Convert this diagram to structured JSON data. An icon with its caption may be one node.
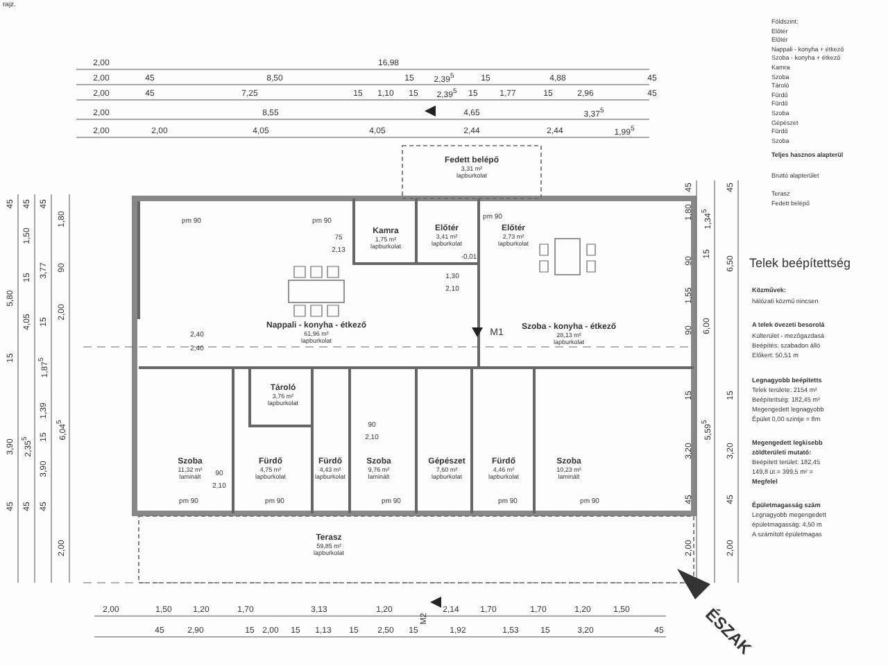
{
  "diagram": {
    "nodes": [
      {
        "text": [
          "Fedett belépő",
          "3,31 m²",
          "lapburkolat"
        ]
      },
      {
        "text": [
          "Előtér",
          "3,41 m²",
          "lapburkolat"
        ]
      },
      {
        "text": [
          "Előtér",
          "2,73 m²",
          "lapburkolat"
        ]
      },
      {
        "text": [
          "Kamra",
          "1,75 m²",
          "lapburkolat"
        ]
      },
      {
        "text": [
          "Nappali - konyha - étkező",
          "61,96 m²",
          "lapburkolat"
        ]
      },
      {
        "text": [
          "Szoba - konyha - étkező",
          "28,13 m²",
          "lapburkolat"
        ]
      },
      {
        "text": [
          "Tároló",
          "3,76 m²",
          "lapburkolat"
        ]
      },
      {
        "text": [
          "Szoba",
          "11,32 m²",
          "laminált"
        ]
      },
      {
        "text": [
          "Fürdő",
          "4,75 m²",
          "lapburkolat"
        ]
      },
      {
        "text": [
          "Fürdő",
          "4,43 m²",
          "lapburkolat"
        ]
      },
      {
        "text": [
          "Szoba",
          "9,76 m²",
          "laminált"
        ]
      },
      {
        "text": [
          "Gépészet",
          "7,60 m²",
          "lapburkolat"
        ]
      },
      {
        "text": [
          "Fürdő",
          "4,46 m²",
          "lapburkolat"
        ]
      },
      {
        "text": [
          "Szoba",
          "10,23 m²",
          "laminált"
        ]
      },
      {
        "text": [
          "Terasz",
          "59,85 m²",
          "lapburkolat"
        ]
      }
    ],
    "edges": [],
    "labels": [
      "rajz.",
      "2,00",
      "16,98",
      "2,00",
      "45",
      "8,50",
      "15",
      "2,39$^{5}$",
      "15",
      "4,88",
      "45",
      "2,00",
      "45",
      "7,25",
      "15",
      "1,10",
      "15",
      "2,39$^{5}$",
      "15",
      "1,77",
      "15",
      "2,96",
      "45",
      "2,00",
      "8,55",
      "4,65",
      "3,37$^{5}$",
      "2,00",
      "2,00",
      "4,05",
      "4,05",
      "2,44",
      "2,44",
      "1,99$^{5}$",
      "Földszint:",
      "Előtér",
      "Előtér",
      "Nappali - konyha + étkező",
      "Szoba - konyha + étkező",
      "Kamra",
      "Szoba",
      "Tároló",
      "Fürdő",
      "Fürdő",
      "Szoba",
      "Gépészet",
      "Fürdő",
      "Szoba",
      "Teljes hasznos alapterül",
      "Bruttó alapterület",
      "Terasz",
      "Fedett belépő",
      "45",
      "5,80",
      "15",
      "3,90",
      "45",
      "45",
      "1,50",
      "15",
      "4,05",
      "2,35$^{5}$",
      "45",
      "45",
      "3,77",
      "15",
      "1,87$^{5}$",
      "1,39",
      "15",
      "3,90",
      "45",
      "1,80",
      "90",
      "2,00",
      "6,04$^{5}$",
      "2,00",
      "pm 90",
      "pm 90",
      "pm 90",
      "75",
      "2,13",
      "-0,01",
      "1,30",
      "2,10",
      "2,40",
      "2,40",
      "90",
      "2,10",
      "90",
      "2,10",
      "pm 90",
      "pm 90",
      "pm 90",
      "pm 90",
      "pm 90",
      "45",
      "1,80",
      "90",
      "1,55",
      "90",
      "15",
      "3,20",
      "45",
      "2,00",
      "1,34$^{5}$",
      "15",
      "6,00",
      "5,59$^{5}$",
      "45",
      "6,50",
      "15",
      "3,20",
      "45",
      "2,00",
      "M1",
      "Telek beépítettség",
      "Közművek:",
      "hálózati közmű nincsen",
      "A telek övezeti besorolá",
      "Külterület - mezőgazdasá",
      "Beépítés: szabadon álló",
      "Előkert: 50,51 m",
      "Legnagyobb beépítetts",
      "Telek területe: 2154 m²",
      "Beépítettség: 182,45 m²",
      "Megengedett legnagyobb",
      "Épület 0,00 szintje = 8m",
      "Megengedett legkisebb",
      "zöldterületi mutató:",
      "Beépített terület: 182,45",
      "149,8 üt = 399,5 m² =",
      "Megfelel",
      "Épületmagasság szám",
      "Legnagyobb megengedett",
      "épületmagasság: 4,50 m",
      "A számított épületmagas",
      "2,00",
      "1,50",
      "1,20",
      "1,70",
      "3,13",
      "1,20",
      "2,14",
      "1,70",
      "1,70",
      "1,20",
      "1,50",
      "45",
      "2,90",
      "15",
      "2,00",
      "15",
      "1,13",
      "15",
      "2,50",
      "15",
      "1,92",
      "1,53",
      "15",
      "3,20",
      "45",
      "M2",
      "ÉSZAK"
    ]
  }
}
